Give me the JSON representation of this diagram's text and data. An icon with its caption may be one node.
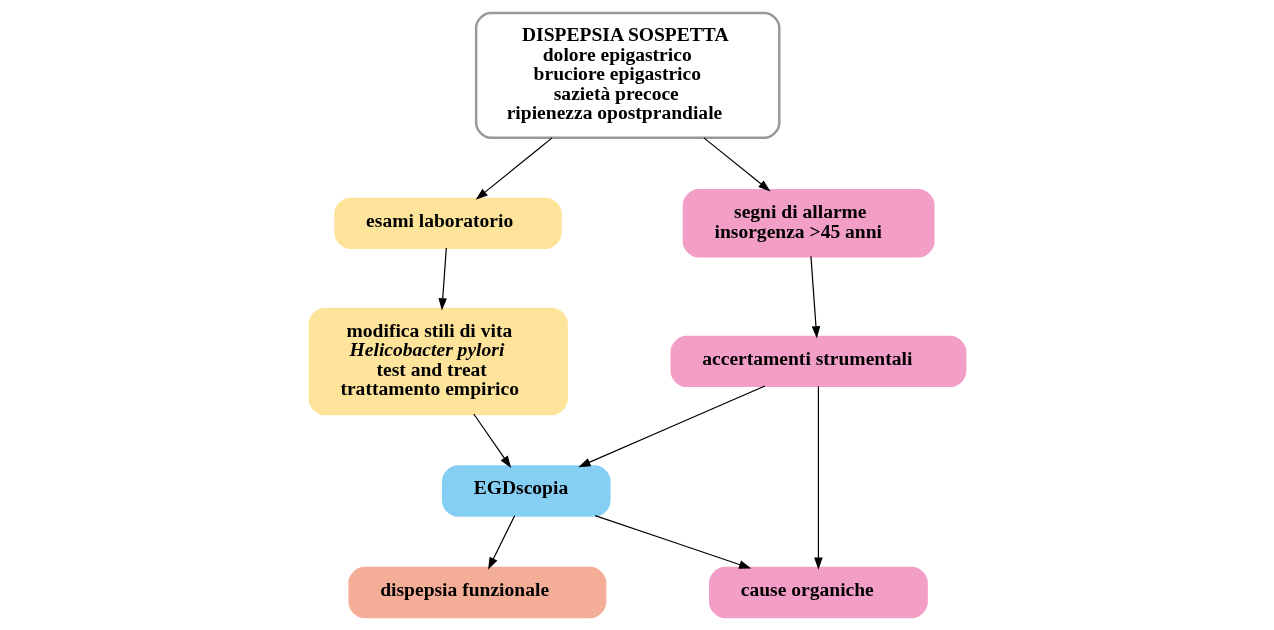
{
  "diagram": {
    "nodes": [
      {
        "text": [
          "DISPEPSIA SOSPETTA",
          "dolore epigastrico",
          "bruciore epigastrico",
          "sazietà precoce",
          "ripienezza opostprandiale"
        ]
      },
      {
        "text": [
          "esami laboratorio"
        ]
      },
      {
        "text": [
          "segni di allarme",
          "insorgenza >45 anni"
        ]
      },
      {
        "text": [
          "modifica stili di vita",
          "*Helicobacter pylori*",
          "test and treat",
          "trattamento empirico"
        ]
      },
      {
        "text": [
          "accertamenti strumentali"
        ]
      },
      {
        "text": [
          "EGDscopia"
        ]
      },
      {
        "text": [
          "dispepsia funzionale"
        ]
      },
      {
        "text": [
          "cause organiche"
        ]
      }
    ],
    "edges": [
      {
        "from": 0,
        "to": 1,
        "arrow": "to"
      },
      {
        "from": 0,
        "to": 2,
        "arrow": "to"
      },
      {
        "from": 1,
        "to": 3,
        "arrow": "to"
      },
      {
        "from": 2,
        "to": 4,
        "arrow": "to"
      },
      {
        "from": 3,
        "to": 5,
        "arrow": "to"
      },
      {
        "from": 4,
        "to": 5,
        "arrow": "to"
      },
      {
        "from": 4,
        "to": 7,
        "arrow": "to"
      },
      {
        "from": 5,
        "to": 6,
        "arrow": "to"
      },
      {
        "from": 5,
        "to": 7,
        "arrow": "to"
      }
    ]
  }
}
